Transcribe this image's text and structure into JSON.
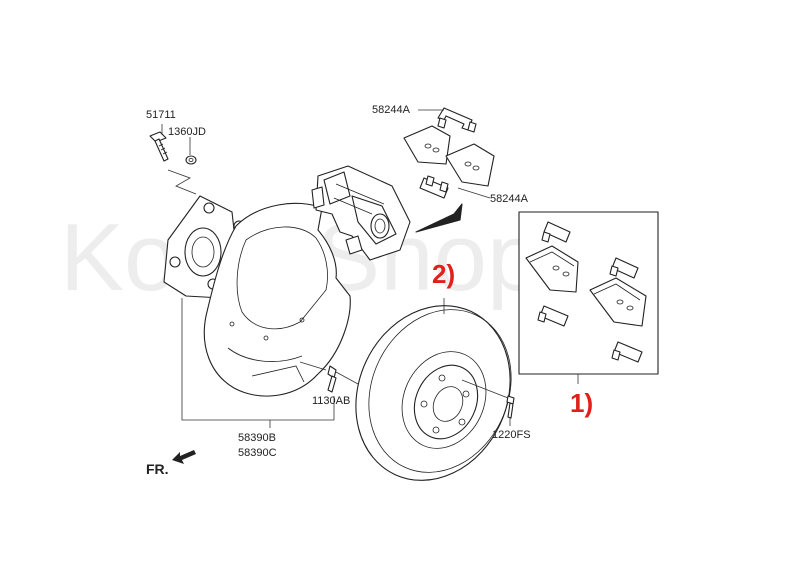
{
  "watermark": "KoreaShop.ru",
  "labels": {
    "bolt_top": "51711",
    "washer": "1360JD",
    "pad_clip_top": "58244A",
    "pad_clip_bottom": "58244A",
    "shield_bolt": "1130AB",
    "shield_a": "58390B",
    "shield_b": "58390C",
    "disc_screw": "1220FS",
    "front": "FR."
  },
  "markers": {
    "pads_kit": "1)",
    "disc": "2)"
  },
  "colors": {
    "marker": "#e0201b",
    "line": "#222222",
    "watermark": "#d9d9d9"
  }
}
